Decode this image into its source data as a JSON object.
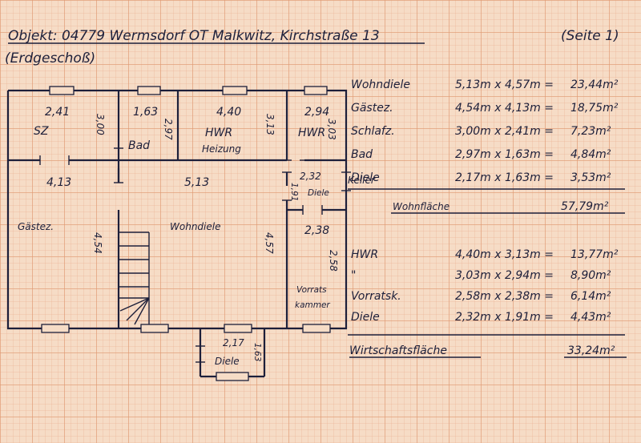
{
  "header": {
    "title": "Objekt: 04779 Wermsdorf OT Malkwitz, Kirchstraße 13",
    "page": "(Seite 1)",
    "floor": "(Erdgeschoß)"
  },
  "plan": {
    "rooms": {
      "sz": "SZ",
      "bad": "Bad",
      "hwr": "HWR",
      "heizung": "Heizung",
      "hwr2": "HWR",
      "gastez": "Gästez.",
      "wohndiele": "Wohndiele",
      "diele": "Diele",
      "keller": "Keller",
      "vorrats1": "Vorrats",
      "vorrats2": "kammer",
      "diele2": "Diele"
    },
    "dims": {
      "d241": "2,41",
      "d163": "1,63",
      "d440": "4,40",
      "d294": "2,94",
      "d300": "3,00",
      "d297": "2,97",
      "d313": "3,13",
      "d303": "3,03",
      "d413": "4,13",
      "d513": "5,13",
      "d232": "2,32",
      "d191": "1,91",
      "d454": "4,54",
      "d457": "4,57",
      "d238": "2,38",
      "d258": "2,58",
      "d217": "2,17",
      "d163b": "1,63"
    }
  },
  "living_table": {
    "rows": [
      {
        "room": "Wohndiele",
        "calc": "5,13m x 4,57m =",
        "area": "23,44m²"
      },
      {
        "room": "Gästez.",
        "calc": "4,54m x 4,13m =",
        "area": "18,75m²"
      },
      {
        "room": "Schlafz.",
        "calc": "3,00m x 2,41m =",
        "area": "7,23m²"
      },
      {
        "room": "Bad",
        "calc": "2,97m x 1,63m =",
        "area": "4,84m²"
      },
      {
        "room": "Diele",
        "calc": "2,17m x 1,63m =",
        "area": "3,53m²"
      }
    ],
    "total_label": "Wohnfläche",
    "total_value": "57,79m²"
  },
  "utility_table": {
    "rows": [
      {
        "room": "HWR",
        "calc": "4,40m x 3,13m =",
        "area": "13,77m²"
      },
      {
        "room": "\"",
        "calc": "3,03m x 2,94m =",
        "area": "8,90m²"
      },
      {
        "room": "Vorratsk.",
        "calc": "2,58m x 2,38m =",
        "area": "6,14m²"
      },
      {
        "room": "Diele",
        "calc": "2,32m x 1,91m =",
        "area": "4,43m²"
      }
    ],
    "total_label": "Wirtschaftsfläche",
    "total_value": "33,24m²"
  }
}
